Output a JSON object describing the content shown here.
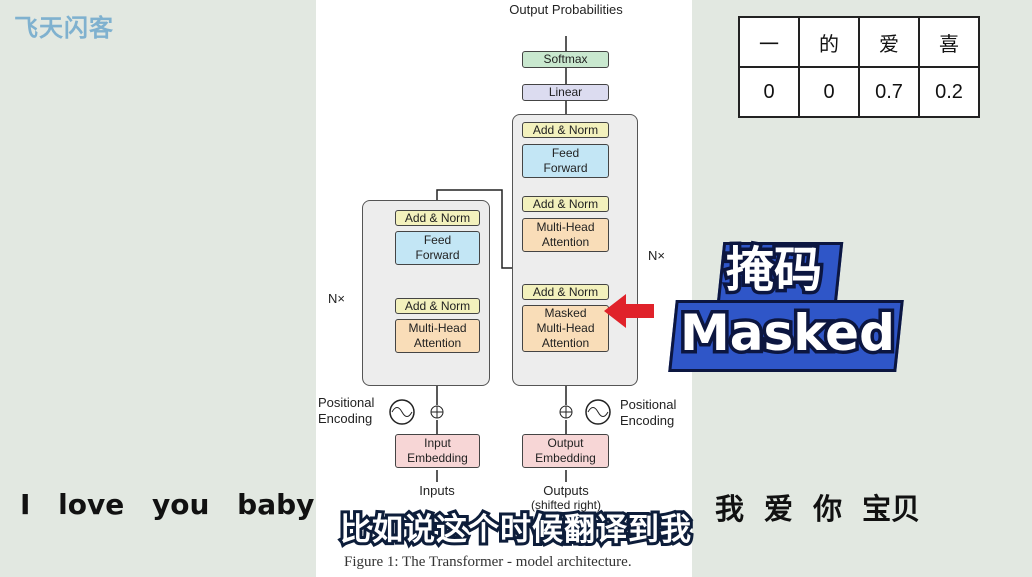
{
  "logo": "飞天闪客",
  "table": {
    "headers": [
      "一",
      "的",
      "爱",
      "喜"
    ],
    "values": [
      "0",
      "0",
      "0.7",
      "0.2"
    ]
  },
  "left_text": "I love you baby",
  "right_text": "我 爱 你 宝贝",
  "subtitle": "比如说这个时候翻译到我",
  "sticker": {
    "line1": "掩码",
    "line2": "Masked"
  },
  "diagram": {
    "output_probabilities": "Output Probabilities",
    "softmax": "Softmax",
    "linear": "Linear",
    "add_norm": "Add & Norm",
    "feed_forward": "Feed Forward",
    "multi_head_attention": "Multi-Head Attention",
    "masked_mha": "Masked Multi-Head Attention",
    "nx": "N×",
    "positional_encoding": "Positional Encoding",
    "input_embedding": "Input Embedding",
    "output_embedding": "Output Embedding",
    "inputs": "Inputs",
    "outputs": "Outputs",
    "shifted": "(shifted right)",
    "caption": "Figure 1: The Transformer - model architecture."
  },
  "colors": {
    "background": "#e2e8e1",
    "arrow": "#e0222a",
    "sticker_blue": "#2f56c8"
  }
}
